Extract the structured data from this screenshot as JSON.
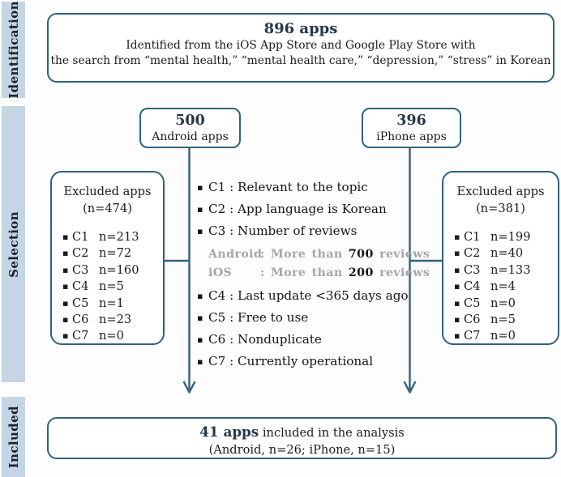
{
  "palette": {
    "border": "#32617c",
    "accent_text": "#253845",
    "body_text": "#1b1b1b",
    "muted_text": "#a6a6a6",
    "stage_bar_bg": "#c5d5e4"
  },
  "sidebar": {
    "stages": [
      {
        "label": "Identification"
      },
      {
        "label": "Selection"
      },
      {
        "label": "Included"
      }
    ]
  },
  "identification_box": {
    "count": "896 apps",
    "line1": "Identified from the iOS App Store and  Google Play Store with",
    "line2": "the search from “mental health,” “mental health care,” “depression,” “stress” in Korean"
  },
  "android_box": {
    "count": "500",
    "label": "Android apps"
  },
  "iphone_box": {
    "count": "396",
    "label": "iPhone apps"
  },
  "excluded_left": {
    "title": "Excluded apps",
    "subtitle": "(n=474)",
    "items": [
      {
        "code": "C1",
        "value": "n=213"
      },
      {
        "code": "C2",
        "value": "n=72"
      },
      {
        "code": "C3",
        "value": "n=160"
      },
      {
        "code": "C4",
        "value": "n=5"
      },
      {
        "code": "C5",
        "value": "n=1"
      },
      {
        "code": "C6",
        "value": "n=23"
      },
      {
        "code": "C7",
        "value": "n=0"
      }
    ]
  },
  "excluded_right": {
    "title": "Excluded apps",
    "subtitle": "(n=381)",
    "items": [
      {
        "code": "C1",
        "value": "n=199"
      },
      {
        "code": "C2",
        "value": "n=40"
      },
      {
        "code": "C3",
        "value": "n=133"
      },
      {
        "code": "C4",
        "value": "n=4"
      },
      {
        "code": "C5",
        "value": "n=0"
      },
      {
        "code": "C6",
        "value": "n=5"
      },
      {
        "code": "C7",
        "value": "n=0"
      }
    ]
  },
  "criteria": {
    "items": [
      {
        "code": "C1",
        "text": "Relevant to the topic"
      },
      {
        "code": "C2",
        "text": "App language is Korean"
      },
      {
        "code": "C3",
        "text": "Number of reviews"
      },
      {
        "code": "C4",
        "text": "Last update <365 days ago"
      },
      {
        "code": "C5",
        "text": "Free to use"
      },
      {
        "code": "C6",
        "text": "Nonduplicate"
      },
      {
        "code": "C7",
        "text": "Currently operational"
      }
    ],
    "review_notes": [
      {
        "platform": "Android",
        "prefix": ": More than",
        "value": "700",
        "suffix": "reviews"
      },
      {
        "platform": "iOS",
        "prefix": ": More than",
        "value": "200",
        "suffix": "reviews"
      }
    ]
  },
  "included_box": {
    "count": "41 apps",
    "rest": " included in the analysis",
    "line2": "(Android, n=26; iPhone, n=15)"
  }
}
